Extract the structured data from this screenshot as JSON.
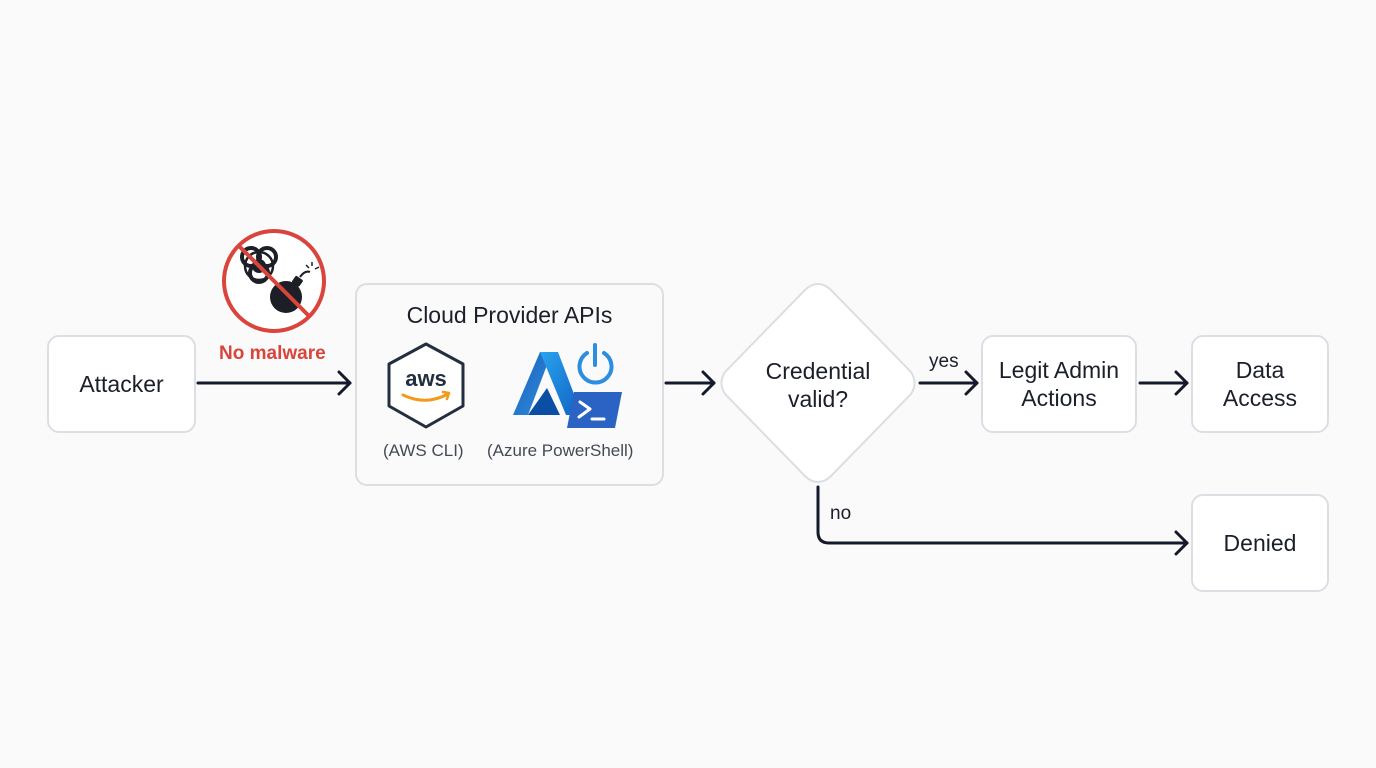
{
  "nodes": {
    "attacker": "Attacker",
    "cloud_apis": {
      "title": "Cloud Provider APIs",
      "aws_logo_text": "aws",
      "aws_caption": "(AWS CLI)",
      "azure_caption": "(Azure PowerShell)"
    },
    "decision": "Credential\nvalid?",
    "legit_admin": "Legit Admin\nActions",
    "data_access": "Data\nAccess",
    "denied": "Denied"
  },
  "annotations": {
    "no_malware": "No malware"
  },
  "edges": {
    "yes": "yes",
    "no": "no"
  },
  "colors": {
    "arrow": "#141a2c",
    "box_border": "#dcdee3",
    "warning_red": "#d9443c",
    "aws_dark": "#232f3e",
    "aws_orange": "#f19a1c",
    "azure_blue": "#1e73c9"
  },
  "icons": [
    "no-malware-icon",
    "biohazard-icon",
    "bomb-icon",
    "aws-logo-icon",
    "azure-logo-icon",
    "powershell-icon"
  ]
}
